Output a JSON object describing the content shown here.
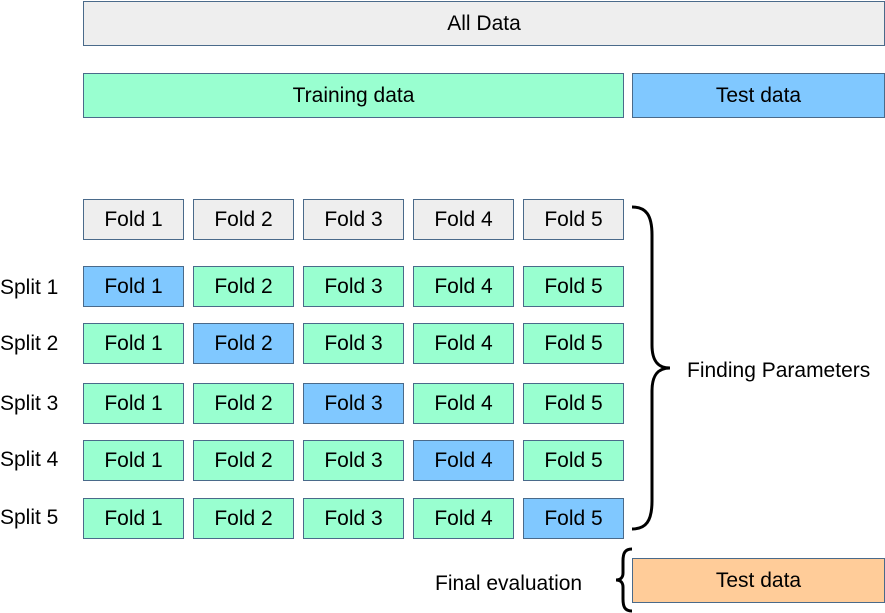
{
  "all_data": "All Data",
  "training_data": "Training data",
  "test_data": "Test data",
  "fold_labels": [
    "Fold 1",
    "Fold 2",
    "Fold 3",
    "Fold 4",
    "Fold 5"
  ],
  "split_labels": [
    "Split 1",
    "Split 2",
    "Split 3",
    "Split 4",
    "Split 5"
  ],
  "finding_parameters": "Finding Parameters",
  "final_evaluation": "Final evaluation",
  "final_test_data": "Test data",
  "colors": {
    "all_data": "#eeeeee",
    "training": "#99ffd0",
    "validation": "#80c8ff",
    "final_test": "#ffcc99"
  }
}
